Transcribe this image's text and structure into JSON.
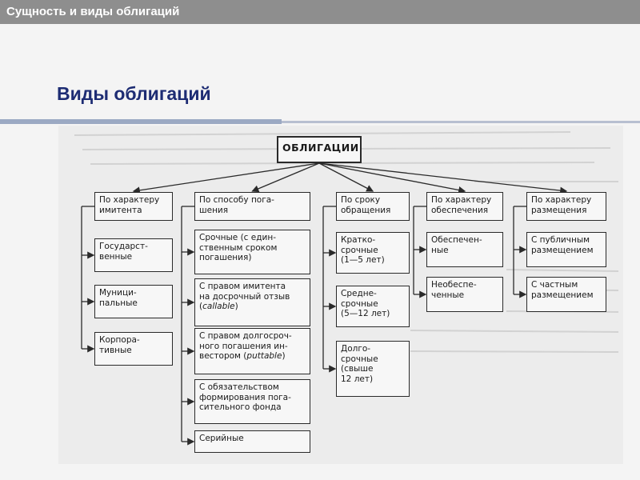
{
  "header": {
    "title": "Сущность и виды облигаций"
  },
  "slide": {
    "title": "Виды облигаций"
  },
  "diagram": {
    "root": "ОБЛИГАЦИИ",
    "categories": [
      {
        "label": "По характеру\nимитента",
        "items": [
          "Государст-\nвенные",
          "Муници-\nпальные",
          "Корпора-\nтивные"
        ]
      },
      {
        "label": "По способу пога-\nшения",
        "items": [
          "Срочные (с един-\nственным сроком\nпогашения)",
          "С правом имитента\nна досрочный отзыв\n(callable)",
          "С правом долгосроч-\nного погашения ин-\nвестором (puttable)",
          "С обязательством\nформирования пога-\nсительного фонда",
          "Серийные"
        ]
      },
      {
        "label": "По сроку\nобращения",
        "items": [
          "Кратко-\nсрочные\n(1—5 лет)",
          "Средне-\nсрочные\n(5—12 лет)",
          "Долго-\nсрочные\n(свыше\n12 лет)"
        ]
      },
      {
        "label": "По характеру\nобеспечения",
        "items": [
          "Обеспечен-\nные",
          "Необеспе-\nченные"
        ]
      },
      {
        "label": "По характеру\nразмещения",
        "items": [
          "С публичным\nразмещением",
          "С частным\nразмещением"
        ]
      }
    ]
  }
}
